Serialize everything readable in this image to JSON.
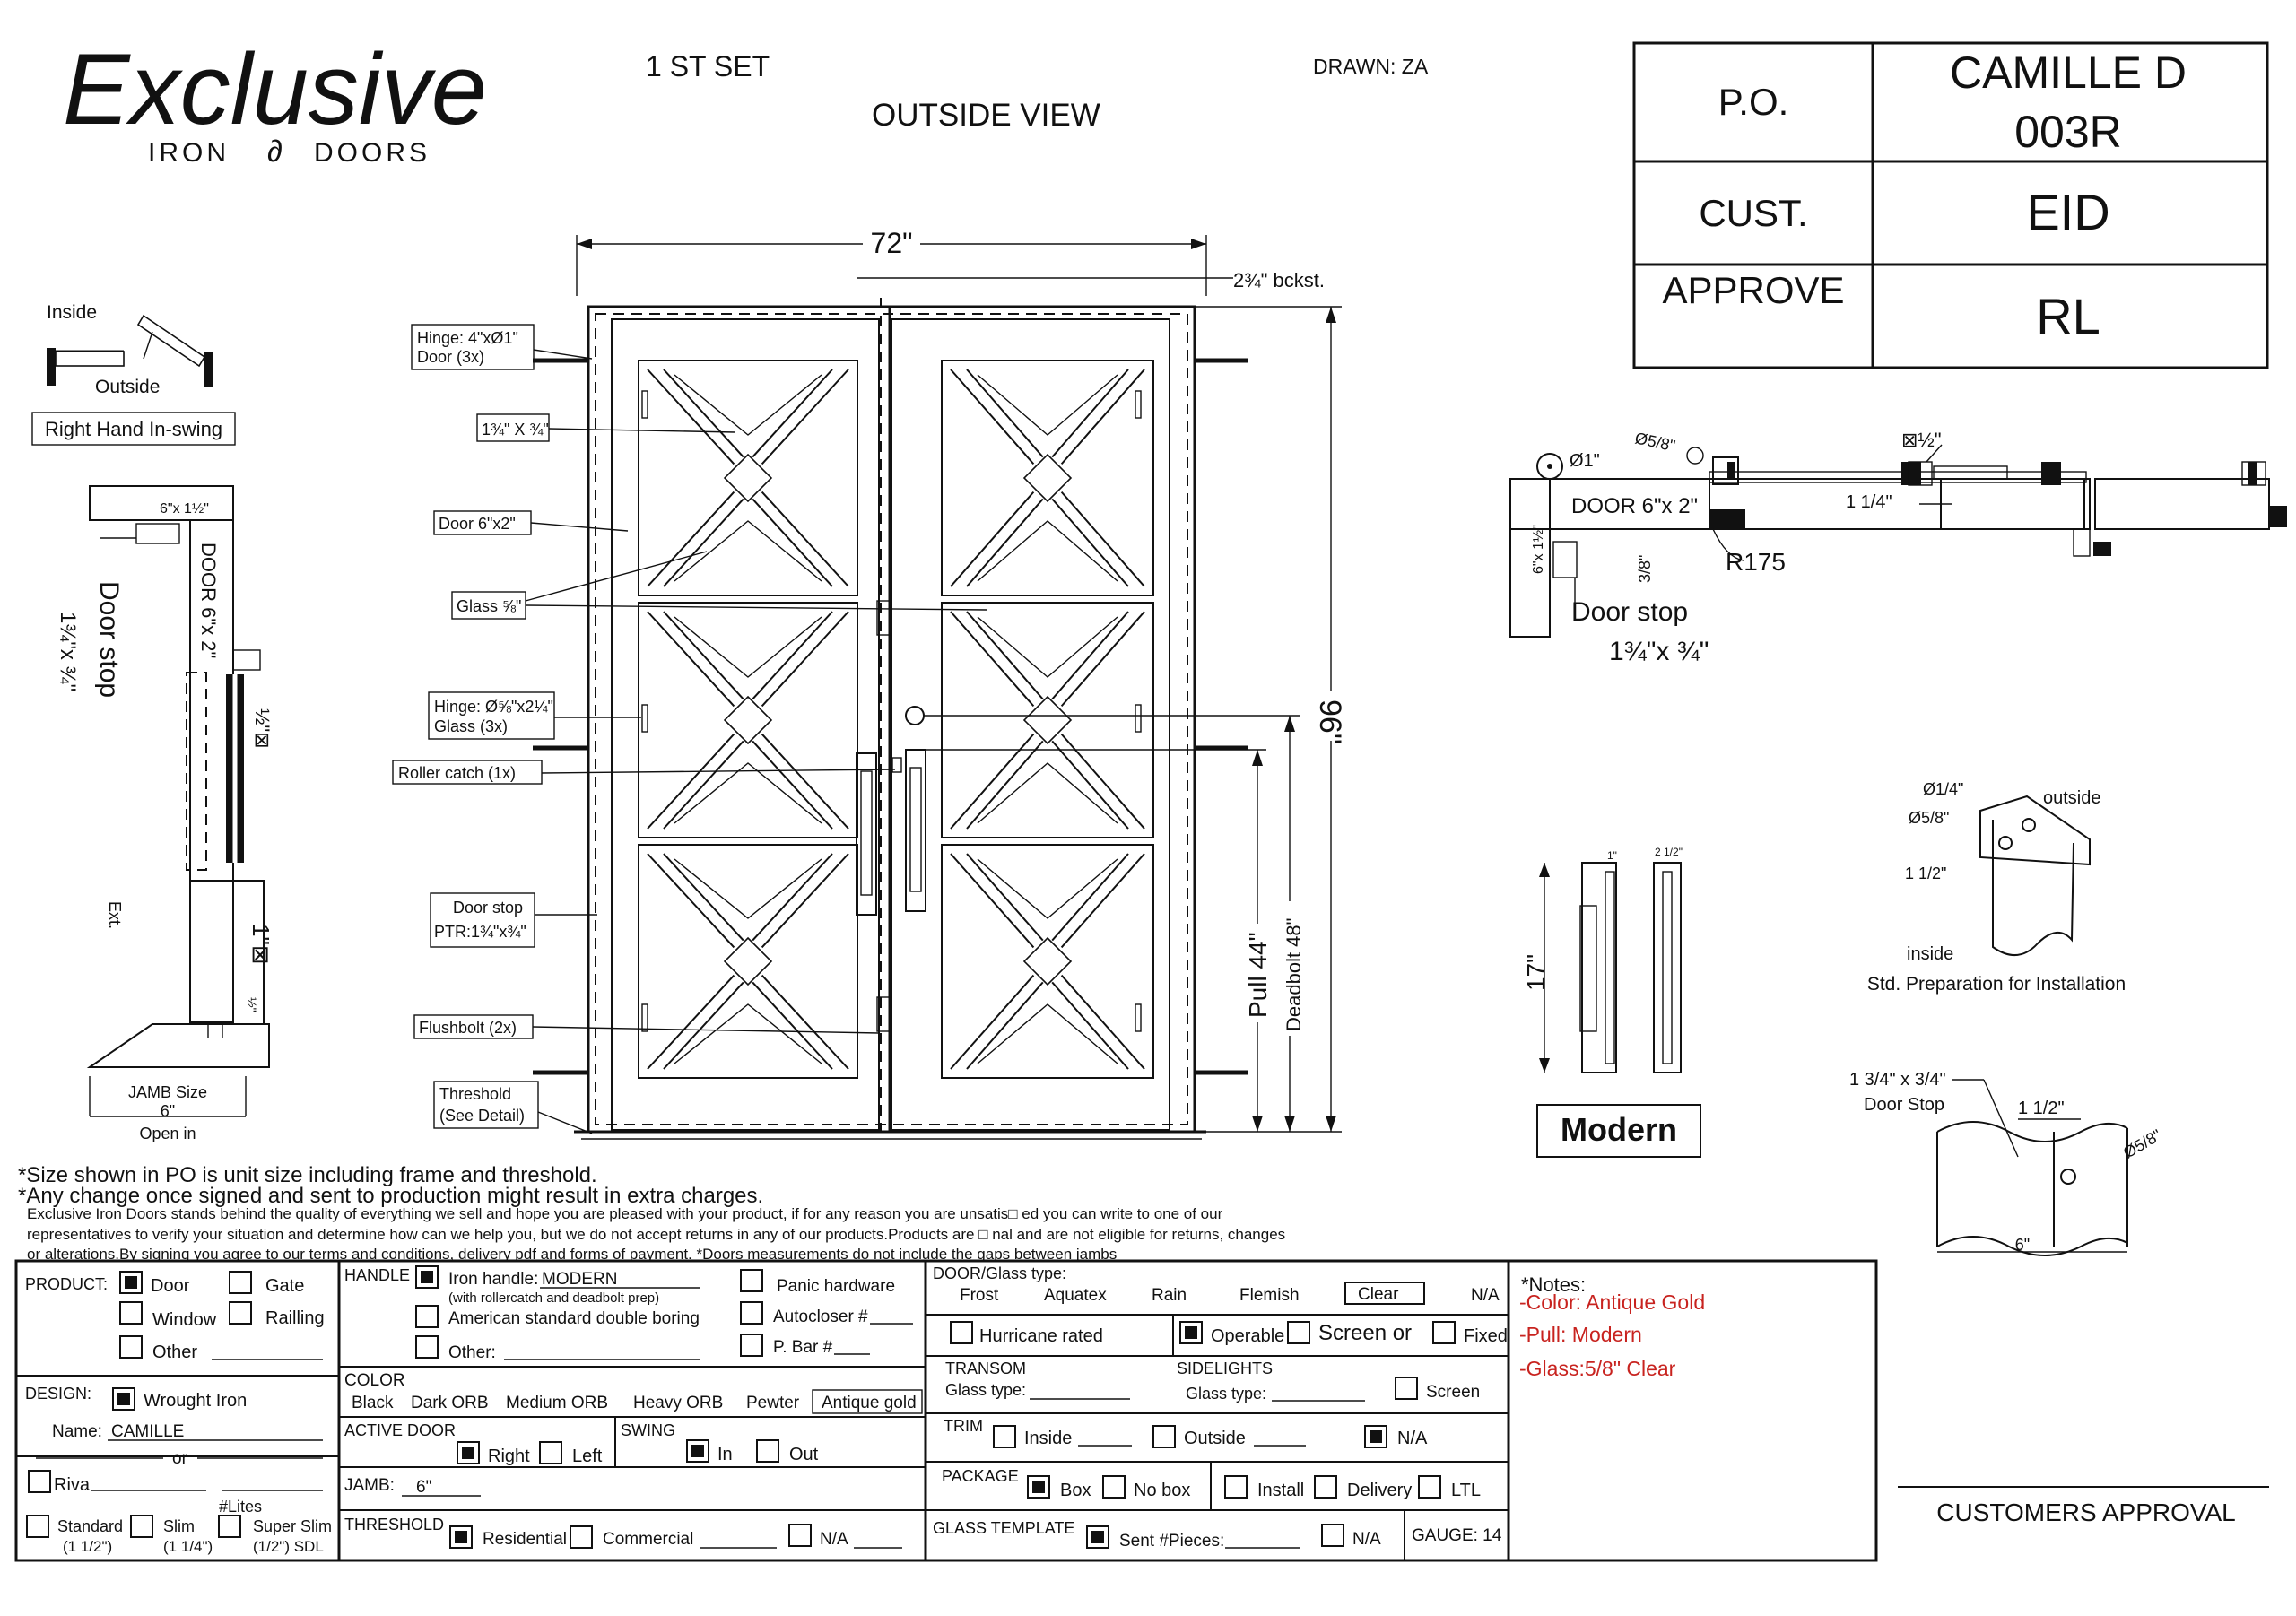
{
  "header": {
    "brand_script": "Exclusive",
    "brand_sub_left": "IRON",
    "brand_sub_right": "DOORS",
    "set": "1 ST SET",
    "view": "OUTSIDE VIEW",
    "drawn": "DRAWN: ZA"
  },
  "po_table": {
    "po_label": "P.O.",
    "po_value_1": "CAMILLE D",
    "po_value_2": "003R",
    "cust_label": "CUST.",
    "cust_value": "EID",
    "approve_label": "APPROVE",
    "approve_value": "RL"
  },
  "swing_diagram": {
    "inside": "Inside",
    "outside": "Outside",
    "swing_type": "Right Hand In-swing"
  },
  "jamb_section": {
    "top_dim": "6\"x 1½\"",
    "door": "DOOR 6\"x 2\"",
    "door_stop_1": "Door stop",
    "door_stop_2": "1¾\"x ¾\"",
    "glass_mark": "½\"⊠",
    "one_inch_mark": "1\"⊠",
    "ext": "Ext.",
    "half": "½\"",
    "jamb_size": "JAMB Size",
    "jamb_value": "6\"",
    "open_in": "Open in"
  },
  "elevation": {
    "width": "72\"",
    "backset": "2¾\" bckst.",
    "height": "96\"",
    "pull": "Pull 44\"",
    "deadbolt": "Deadbolt 48\"",
    "callouts": {
      "hinge_door_1": "Hinge: 4\"xØ1\"",
      "hinge_door_2": "Door (3x)",
      "bar": "1¾\" X ¾\"",
      "door_size": "Door 6\"x2\"",
      "glass": "Glass ⅝\"",
      "hinge_glass_1": "Hinge: Ø⅝\"x2¼\"",
      "hinge_glass_2": "Glass (3x)",
      "roller": "Roller catch  (1x)",
      "stop_1": "Door stop",
      "stop_2": "PTR:1¾\"x¾\"",
      "flushbolt": "Flushbolt (2x)",
      "threshold_1": "Threshold",
      "threshold_2": "(See Detail)"
    }
  },
  "plan_detail": {
    "d1": "Ø1\"",
    "d58": "Ø5/8\"",
    "half": "⊠½\"",
    "door": "DOOR 6\"x 2\"",
    "one_quarter": "1 1/4\"",
    "frame": "6\"x 1½\"",
    "three_eighth": "3/8\"",
    "radius": "R175",
    "door_stop": "Door stop",
    "door_stop_dim": "1¾\"x ¾\""
  },
  "handle_detail": {
    "height": "17\"",
    "small_1": "1\"",
    "small_2": "2 1/2\"",
    "name": "Modern"
  },
  "install_prep": {
    "d14": "Ø1/4\"",
    "d58": "Ø5/8\"",
    "one_half": "1 1/2\"",
    "outside": "outside",
    "inside": "inside",
    "caption": "Std. Preparation for Installation"
  },
  "door_stop_detail": {
    "label_1": "1 3/4\" x 3/4\"",
    "label_2": "Door Stop",
    "one_half": "1 1/2\"",
    "d58": "Ø5/8\"",
    "six": "6\""
  },
  "notes": {
    "note_1": "*Size shown in PO is unit size including frame and threshold.",
    "note_2": "*Any change once signed and sent to production might result in extra charges.",
    "disclaimer_1": "Exclusive Iron Doors stands behind the quality of everything we sell and hope you are pleased with your product, if for any reason you are unsatis□ ed you can write to one of our",
    "disclaimer_2": "representatives to verify your situation and determine how can we help you, but we do not accept returns in any of our products.Products are □ nal and are not eligible for returns, changes",
    "disclaimer_3": "or alterations.By signing you agree to our terms and conditions, delivery pdf and forms of payment. *Doors measurements do not include the gaps between jambs"
  },
  "form": {
    "product": {
      "label": "PRODUCT:",
      "door": "Door",
      "gate": "Gate",
      "window": "Window",
      "railing": "Railling",
      "other": "Other"
    },
    "design": {
      "label": "DESIGN:",
      "wrought": "Wrought Iron",
      "name_label": "Name:",
      "name_value": "CAMILLE",
      "or": "or",
      "riva": "Riva",
      "lites": "#Lites",
      "standard": "Standard",
      "standard_sub": "(1 1/2\")",
      "slim": "Slim",
      "slim_sub": "(1 1/4\")",
      "super": "Super Slim",
      "super_sub": "(1/2\") SDL"
    },
    "handle": {
      "label": "HANDLE",
      "iron": "Iron handle:",
      "iron_value": "MODERN",
      "iron_sub": "(with rollercatch and deadbolt prep)",
      "american": "American standard double boring",
      "other": "Other:",
      "panic": "Panic hardware",
      "autocloser": "Autocloser #",
      "pbar": "P. Bar #"
    },
    "color": {
      "label": "COLOR",
      "options": [
        "Black",
        "Dark ORB",
        "Medium ORB",
        "Heavy ORB",
        "Pewter"
      ],
      "selected": "Antique gold"
    },
    "active_door": {
      "label": "ACTIVE DOOR",
      "right": "Right",
      "left": "Left"
    },
    "swing": {
      "label": "SWING",
      "in": "In",
      "out": "Out"
    },
    "jamb": {
      "label": "JAMB:",
      "value": "6\""
    },
    "threshold": {
      "label": "THRESHOLD",
      "residential": "Residential",
      "commercial": "Commercial",
      "na": "N/A"
    },
    "glass_type": {
      "label": "DOOR/Glass type:",
      "options": [
        "Frost",
        "Aquatex",
        "Rain",
        "Flemish"
      ],
      "selected": "Clear",
      "na": "N/A",
      "hurricane": "Hurricane rated",
      "operable": "Operable",
      "screen_or": "Screen or",
      "fixed": "Fixed"
    },
    "transom": {
      "label": "TRANSOM",
      "glass": "Glass type:"
    },
    "sidelights": {
      "label": "SIDELIGHTS",
      "glass": "Glass type:",
      "screen": "Screen"
    },
    "trim": {
      "label": "TRIM",
      "inside": "Inside",
      "outside": "Outside",
      "na": "N/A"
    },
    "package": {
      "label": "PACKAGE",
      "box": "Box",
      "no_box": "No box",
      "install": "Install",
      "delivery": "Delivery",
      "ltl": "LTL"
    },
    "glass_template": {
      "label": "GLASS TEMPLATE",
      "sent": "Sent #Pieces:",
      "na": "N/A",
      "gauge": "GAUGE: 14"
    },
    "notes": {
      "label": "*Notes:",
      "color": "-Color: Antique Gold",
      "pull": "-Pull: Modern",
      "glass": "-Glass:5/8\"   Clear"
    },
    "approval": "CUSTOMERS APPROVAL"
  }
}
